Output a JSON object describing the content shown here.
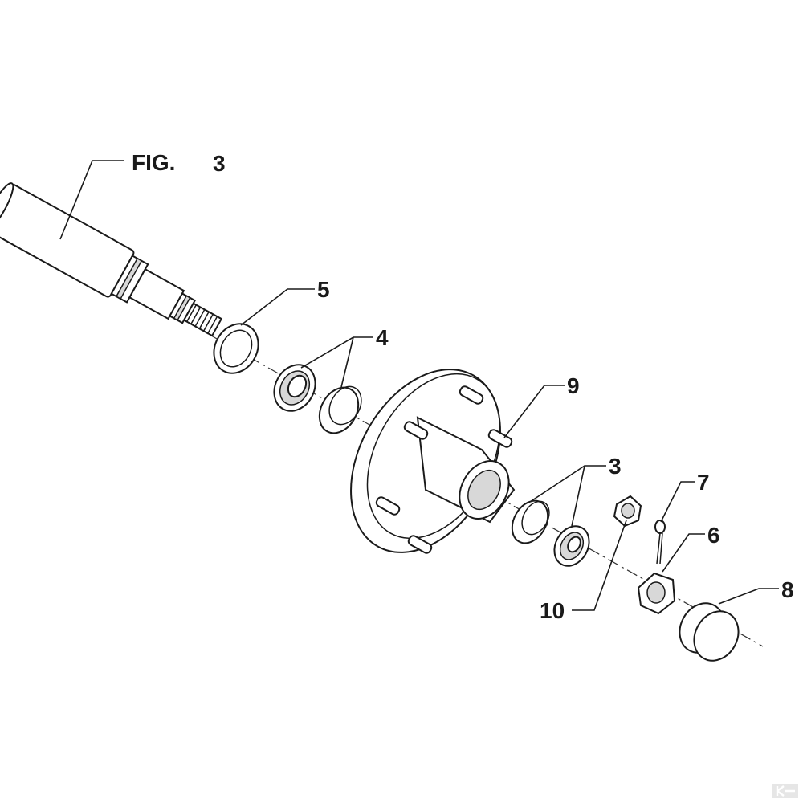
{
  "figure": {
    "label_prefix": "FIG.",
    "label_number": "3"
  },
  "callouts": {
    "c3": "3",
    "c4": "4",
    "c5": "5",
    "c6": "6",
    "c7": "7",
    "c8": "8",
    "c9": "9",
    "c10": "10"
  },
  "parts": [
    {
      "id": "spindle",
      "icon": "axle-spindle-icon"
    },
    {
      "id": "washer",
      "icon": "washer-icon"
    },
    {
      "id": "inner-bearing-cone",
      "icon": "bearing-cone-icon"
    },
    {
      "id": "inner-bearing-cup",
      "icon": "bearing-cup-icon"
    },
    {
      "id": "hub",
      "icon": "wheel-hub-icon"
    },
    {
      "id": "wheel-studs",
      "icon": "stud-icon"
    },
    {
      "id": "outer-bearing-cup",
      "icon": "bearing-cup-icon"
    },
    {
      "id": "outer-bearing-cone",
      "icon": "bearing-cone-icon"
    },
    {
      "id": "wheel-nut",
      "icon": "hex-nut-icon"
    },
    {
      "id": "split-pin",
      "icon": "cotter-pin-icon"
    },
    {
      "id": "castle-nut",
      "icon": "castle-nut-icon"
    },
    {
      "id": "dust-cap",
      "icon": "dust-cap-icon"
    }
  ],
  "colors": {
    "line": "#1a1a1a",
    "shade": "#d8d8d8",
    "background": "#ffffff"
  }
}
